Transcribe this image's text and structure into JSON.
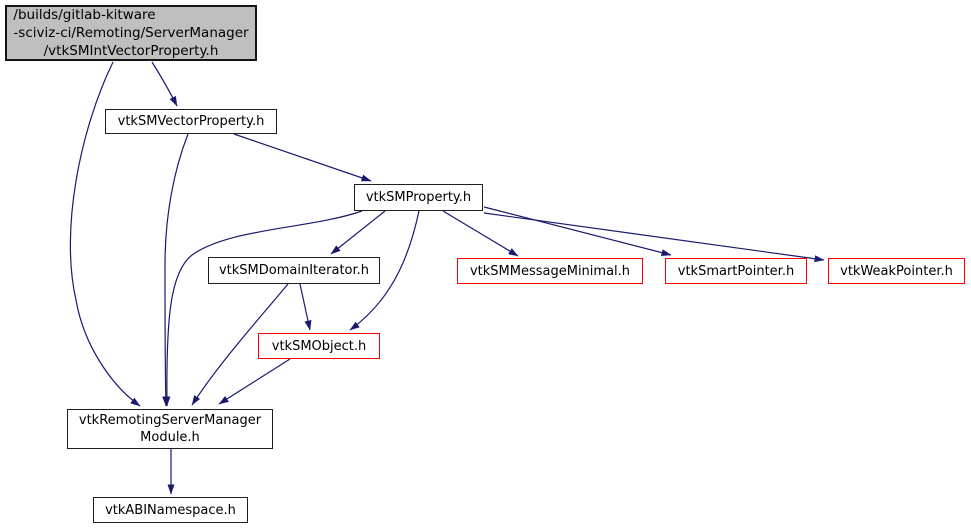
{
  "diagram": {
    "kind": "include-dependency-graph",
    "colors": {
      "edge": "#191970",
      "node_border": "#1f1f1f",
      "external_border": "#ff0000",
      "root_fill": "#bfbfbf",
      "root_border": "#141414",
      "text": "#000000"
    },
    "nodes": {
      "root": {
        "lines": [
          "/builds/gitlab-kitware",
          "-sciviz-ci/Remoting/ServerManager",
          "/vtkSMIntVectorProperty.h"
        ]
      },
      "sm_vector_property": {
        "label": "vtkSMVectorProperty.h"
      },
      "sm_property": {
        "label": "vtkSMProperty.h"
      },
      "sm_domain_iterator": {
        "label": "vtkSMDomainIterator.h"
      },
      "sm_message_minimal": {
        "label": "vtkSMMessageMinimal.h"
      },
      "smart_pointer": {
        "label": "vtkSmartPointer.h"
      },
      "weak_pointer": {
        "label": "vtkWeakPointer.h"
      },
      "sm_object": {
        "label": "vtkSMObject.h"
      },
      "remoting_module": {
        "lines": [
          "vtkRemotingServerManager",
          "Module.h"
        ]
      },
      "abi_namespace": {
        "label": "vtkABINamespace.h"
      }
    }
  }
}
